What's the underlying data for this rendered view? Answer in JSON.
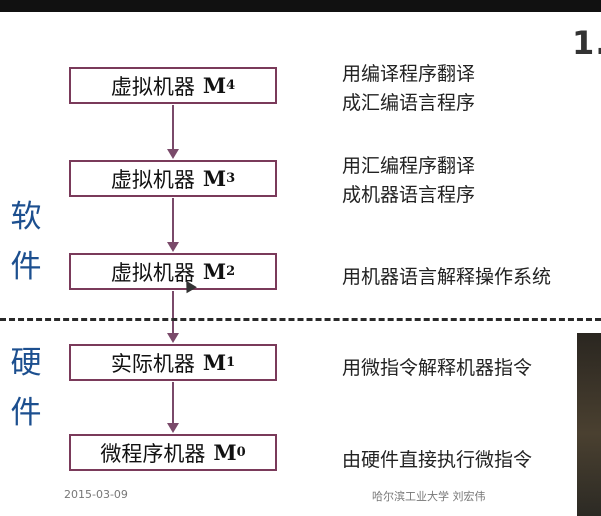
{
  "slide": {
    "corner_number": "1.",
    "machines": [
      {
        "prefix": "虚拟机器",
        "letter": "M",
        "sub": "4"
      },
      {
        "prefix": "虚拟机器",
        "letter": "M",
        "sub": "3"
      },
      {
        "prefix": "虚拟机器",
        "letter": "M",
        "sub": "2"
      },
      {
        "prefix": "实际机器",
        "letter": "M",
        "sub": "1"
      },
      {
        "prefix": "微程序机器",
        "letter": "M",
        "sub": "0"
      }
    ],
    "descriptions": [
      [
        "用编译程序翻译",
        "成汇编语言程序"
      ],
      [
        "用汇编程序翻译",
        "成机器语言程序"
      ],
      [
        "用机器语言解释操作系统"
      ],
      [
        "用微指令解释机器指令"
      ],
      [
        "由硬件直接执行微指令"
      ]
    ],
    "side_labels": {
      "software": [
        "软",
        "件"
      ],
      "hardware": [
        "硬",
        "件"
      ]
    },
    "footer": {
      "date": "2015-03-09",
      "organization": "哈尔滨工业大学  刘宏伟"
    }
  }
}
